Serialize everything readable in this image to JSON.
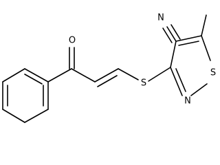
{
  "structure": {
    "atoms": {
      "carbonyl_oxygen": "O",
      "thioether_sulfur": "S",
      "ring_sulfur": "S",
      "ring_nitrogen": "N",
      "nitrile_nitrogen": "N"
    }
  }
}
